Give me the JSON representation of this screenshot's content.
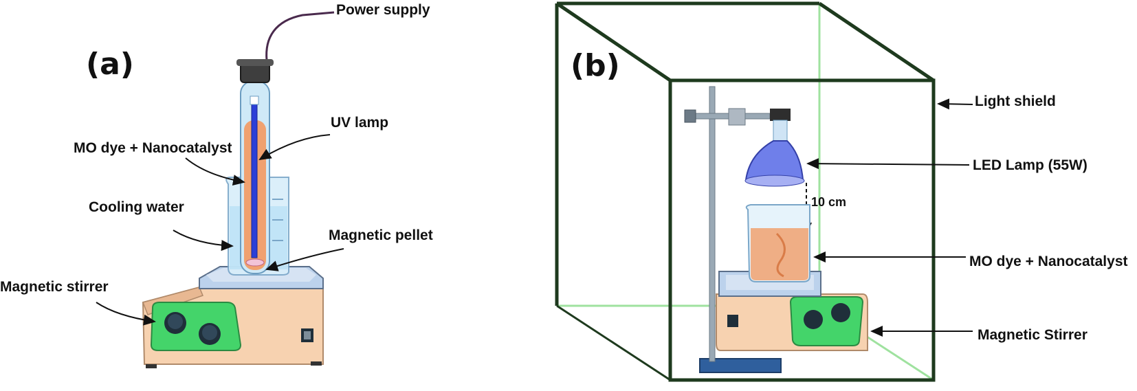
{
  "panel_a": {
    "tag": "(a)",
    "labels": {
      "power_supply": "Power supply",
      "uv_lamp": "UV lamp",
      "mo_dye": "MO dye + Nanocatalyst",
      "cooling_water": "Cooling water",
      "magnetic_pellet": "Magnetic pellet",
      "magnetic_stirrer": "Magnetic stirrer"
    }
  },
  "panel_b": {
    "tag": "(b)",
    "labels": {
      "light_shield": "Light shield",
      "led_lamp": "LED Lamp (55W)",
      "distance": "10 cm",
      "mo_dye": "MO dye + Nanocatalyst",
      "magnetic_stirrer": "Magnetic Stirrer"
    }
  },
  "colors": {
    "stirrer_body": "#f7d2b0",
    "stirrer_panel": "#44d46a",
    "plate": "#bcd2ec",
    "solution": "#f0a170",
    "lamp_blue": "#2b3fd8",
    "led_blue": "#6f7fea",
    "shield_frame": "#1e3a1e",
    "shield_inner": "#9fe29f",
    "stand_base": "#2f5f9d"
  }
}
